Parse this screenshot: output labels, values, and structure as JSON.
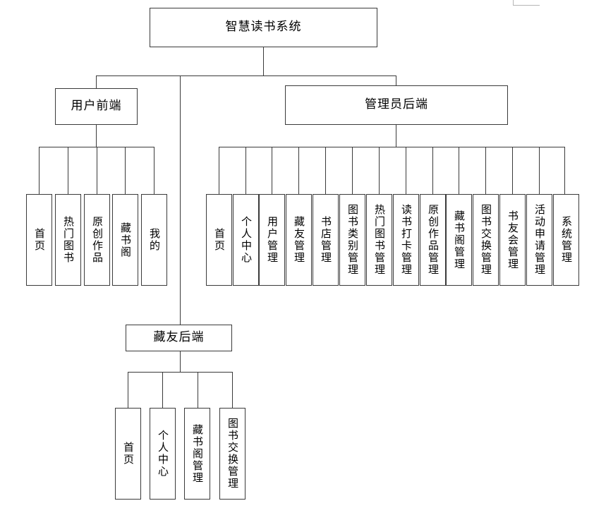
{
  "diagram": {
    "type": "organizational-tree",
    "title": "智慧读书系统",
    "root": {
      "label": "智慧读书系统"
    },
    "branches": [
      {
        "id": "user-frontend",
        "label": "用户前端",
        "children": [
          {
            "label": "首页"
          },
          {
            "label": "热门图书"
          },
          {
            "label": "原创作品"
          },
          {
            "label": "藏书阁"
          },
          {
            "label": "我的"
          }
        ]
      },
      {
        "id": "admin-backend",
        "label": "管理员后端",
        "children": [
          {
            "label": "首页"
          },
          {
            "label": "个人中心"
          },
          {
            "label": "用户管理"
          },
          {
            "label": "藏友管理"
          },
          {
            "label": "书店管理"
          },
          {
            "label": "图书类别管理"
          },
          {
            "label": "热门图书管理"
          },
          {
            "label": "读书打卡管理"
          },
          {
            "label": "原创作品管理"
          },
          {
            "label": "藏书阁管理"
          },
          {
            "label": "图书交换管理"
          },
          {
            "label": "书友会管理"
          },
          {
            "label": "活动申请管理"
          },
          {
            "label": "系统管理"
          }
        ]
      },
      {
        "id": "collector-backend",
        "label": "藏友后端",
        "children": [
          {
            "label": "首页"
          },
          {
            "label": "个人中心"
          },
          {
            "label": "藏书阁管理"
          },
          {
            "label": "图书交换管理"
          }
        ]
      }
    ],
    "colors": {
      "border": "#3a3a3a",
      "background": "#ffffff",
      "text": "#000000"
    }
  }
}
